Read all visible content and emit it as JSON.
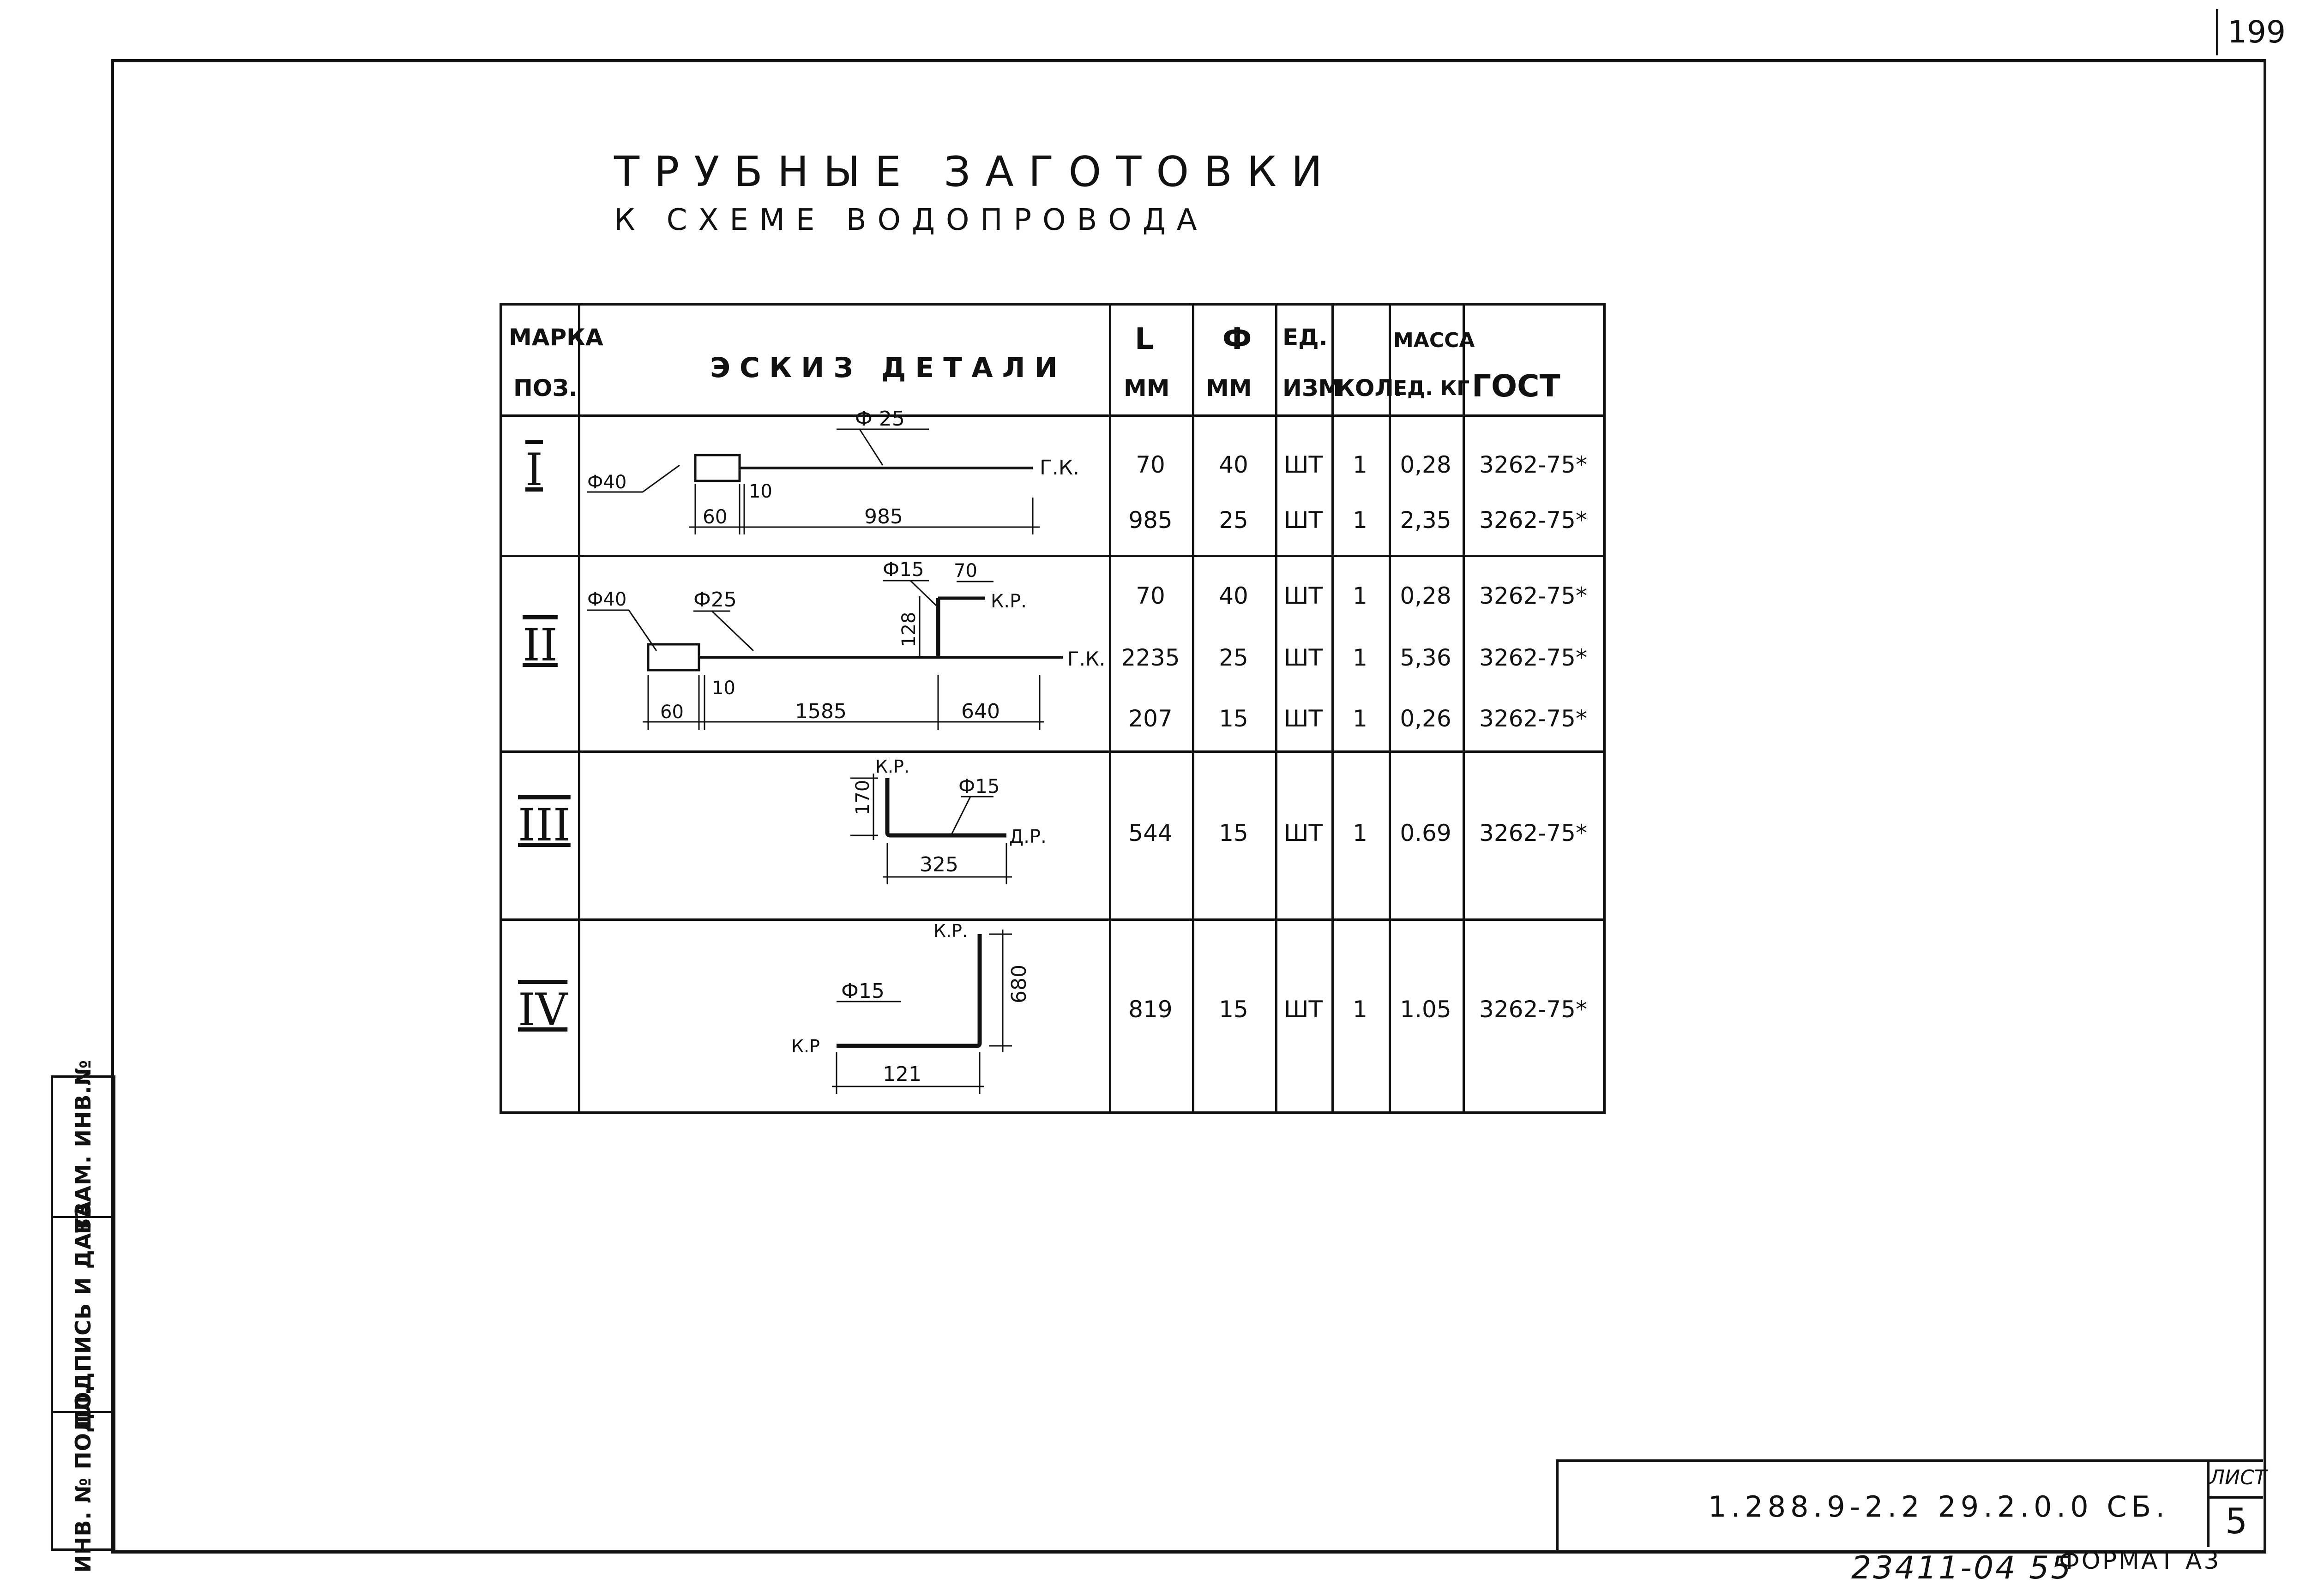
{
  "page_number": "199",
  "title": {
    "line1": "ТРУБНЫЕ ЗАГОТОВКИ",
    "line2": "К СХЕМЕ ВОДОПРОВОДА"
  },
  "side_stamp": {
    "cells": [
      "ВЗАМ. ИНВ.№",
      "ПОДПИСЬ И ДАТА",
      "ИНВ. № ПОДЛ."
    ]
  },
  "table": {
    "headers": {
      "marka": [
        "МАРКА",
        "ПОЗ."
      ],
      "sketch": "ЭСКИЗ ДЕТАЛИ",
      "length": [
        "L",
        "ММ"
      ],
      "diameter": [
        "Ф",
        "ММ"
      ],
      "unit": [
        "ЕД.",
        "ИЗМ"
      ],
      "qty": "КОЛ.",
      "mass": [
        "МАССА",
        "ЕД. КГ"
      ],
      "gost": "ГОСТ"
    },
    "groups": [
      {
        "pos": "I",
        "rows": [
          {
            "L": "70",
            "d": "40",
            "unit": "ШТ",
            "qty": "1",
            "mass": "0,28",
            "gost": "3262-75*"
          },
          {
            "L": "985",
            "d": "25",
            "unit": "ШТ",
            "qty": "1",
            "mass": "2,35",
            "gost": "3262-75*"
          }
        ],
        "sketch_labels": {
          "d_main": "Ф 25",
          "d_socket": "Ф40",
          "end": "Г.К.",
          "dim_socket": "60",
          "dim_gap": "10",
          "dim_length": "985"
        }
      },
      {
        "pos": "II",
        "rows": [
          {
            "L": "70",
            "d": "40",
            "unit": "ШТ",
            "qty": "1",
            "mass": "0,28",
            "gost": "3262-75*"
          },
          {
            "L": "2235",
            "d": "25",
            "unit": "ШТ",
            "qty": "1",
            "mass": "5,36",
            "gost": "3262-75*"
          },
          {
            "L": "207",
            "d": "15",
            "unit": "ШТ",
            "qty": "1",
            "mass": "0,26",
            "gost": "3262-75*"
          }
        ],
        "sketch_labels": {
          "d_socket": "Ф40",
          "d_main": "Ф25",
          "d_branch": "Ф15",
          "dim_branch_top": "70",
          "end_branch": "К.Р.",
          "dim_branch_h": "128",
          "end": "Г.К.",
          "dim_gap": "10",
          "dim_socket": "60",
          "dim_length": "1585",
          "dim_tail": "640"
        }
      },
      {
        "pos": "III",
        "rows": [
          {
            "L": "544",
            "d": "15",
            "unit": "ШТ",
            "qty": "1",
            "mass": "0.69",
            "gost": "3262-75*"
          }
        ],
        "sketch_labels": {
          "end_top": "К.Р.",
          "d": "Ф15",
          "dim_h": "170",
          "end": "Д.Р.",
          "dim_w": "325"
        }
      },
      {
        "pos": "IV",
        "rows": [
          {
            "L": "819",
            "d": "15",
            "unit": "ШТ",
            "qty": "1",
            "mass": "1.05",
            "gost": "3262-75*"
          }
        ],
        "sketch_labels": {
          "end_top": "К.Р.",
          "d": "Ф15",
          "dim_h": "680",
          "end_left": "К.Р",
          "dim_w": "121"
        }
      }
    ]
  },
  "stamp": {
    "code": "1.288.9-2.2   29.2.0.0 СБ.",
    "list_label": "ЛИСТ",
    "list_number": "5"
  },
  "archive_number": "23411-04 55",
  "format": "ФОРМАТ А3"
}
